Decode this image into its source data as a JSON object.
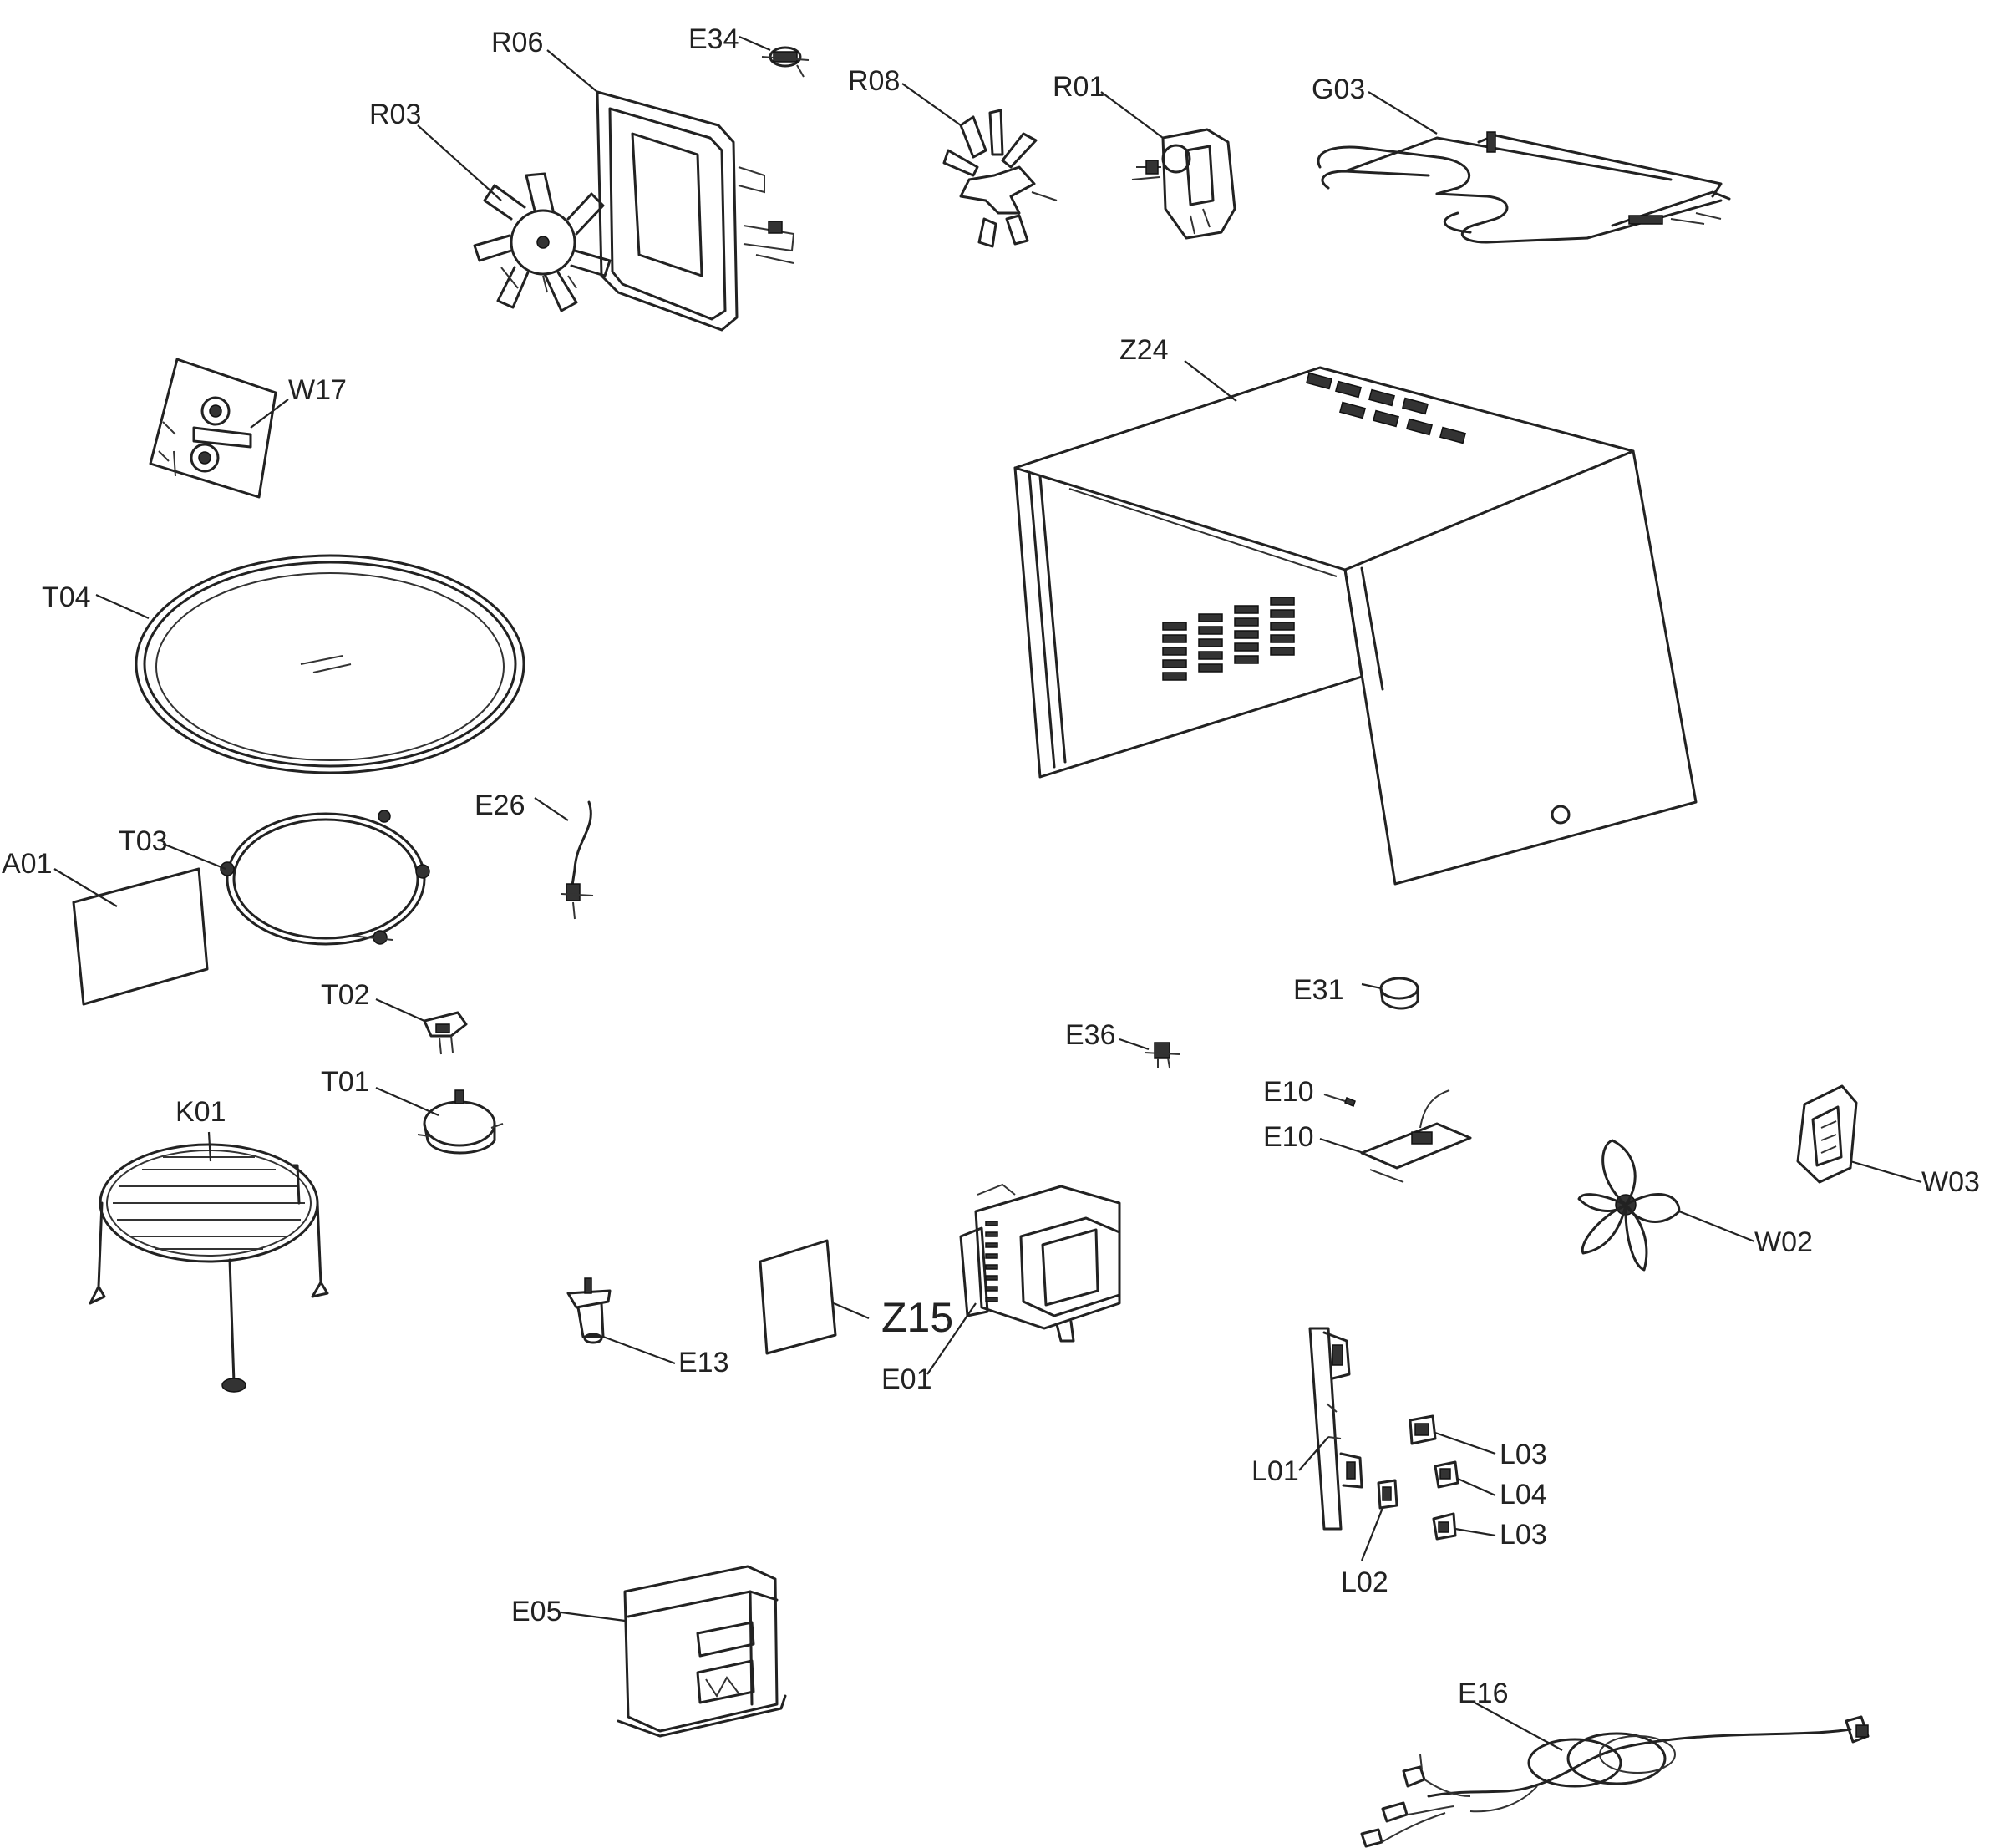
{
  "diagram": {
    "labels": [
      {
        "id": "r06",
        "text": "R06"
      },
      {
        "id": "e34",
        "text": "E34"
      },
      {
        "id": "r08",
        "text": "R08"
      },
      {
        "id": "r01",
        "text": "R01"
      },
      {
        "id": "g03",
        "text": "G03"
      },
      {
        "id": "r03",
        "text": "R03"
      },
      {
        "id": "w17",
        "text": "W17"
      },
      {
        "id": "z24",
        "text": "Z24"
      },
      {
        "id": "t04",
        "text": "T04"
      },
      {
        "id": "e26",
        "text": "E26"
      },
      {
        "id": "t03",
        "text": "T03"
      },
      {
        "id": "a01",
        "text": "A01"
      },
      {
        "id": "t02",
        "text": "T02"
      },
      {
        "id": "t01",
        "text": "T01"
      },
      {
        "id": "k01",
        "text": "K01"
      },
      {
        "id": "e31",
        "text": "E31"
      },
      {
        "id": "e36",
        "text": "E36"
      },
      {
        "id": "e10a",
        "text": "E10"
      },
      {
        "id": "e10b",
        "text": "E10"
      },
      {
        "id": "w03",
        "text": "W03"
      },
      {
        "id": "w02",
        "text": "W02"
      },
      {
        "id": "z15",
        "text": "Z15"
      },
      {
        "id": "e13",
        "text": "E13"
      },
      {
        "id": "e01",
        "text": "E01"
      },
      {
        "id": "l03a",
        "text": "L03"
      },
      {
        "id": "l04",
        "text": "L04"
      },
      {
        "id": "l01",
        "text": "L01"
      },
      {
        "id": "l03b",
        "text": "L03"
      },
      {
        "id": "l02",
        "text": "L02"
      },
      {
        "id": "e05",
        "text": "E05"
      },
      {
        "id": "e16",
        "text": "E16"
      }
    ]
  }
}
